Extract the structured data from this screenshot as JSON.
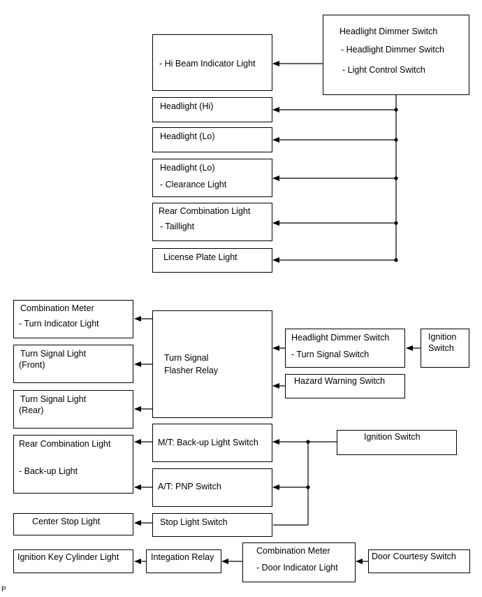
{
  "boxes": {
    "hi_beam": {
      "line1": "- Hi Beam Indicator Light"
    },
    "dimmer_top": {
      "line1": "Headlight Dimmer Switch",
      "line2": "- Headlight Dimmer Switch",
      "line3": "- Light Control Switch"
    },
    "headlight_hi": {
      "line1": "Headlight (Hi)"
    },
    "headlight_lo": {
      "line1": "Headlight (Lo)"
    },
    "headlight_lo_clear": {
      "line1": "Headlight (Lo)",
      "line2": "- Clearance Light"
    },
    "rear_comb_tail": {
      "line1": "Rear Combination Light",
      "line2": "- Taillight"
    },
    "license_plate": {
      "line1": "License Plate Light"
    },
    "comb_meter_turn": {
      "line1": "Combination Meter",
      "line2": "- Turn Indicator Light"
    },
    "turn_front": {
      "line1": "Turn Signal Light",
      "line2": "(Front)"
    },
    "turn_rear": {
      "line1": "Turn Signal Light",
      "line2": "(Rear)"
    },
    "flasher": {
      "line1": "Turn Signal",
      "line2": "Flasher Relay"
    },
    "dimmer_turn": {
      "line1": "Headlight Dimmer Switch",
      "line2": "- Turn Signal Switch"
    },
    "ignition_1": {
      "line1": "Ignition",
      "line2": "Switch"
    },
    "hazard": {
      "line1": "Hazard Warning Switch"
    },
    "rear_comb_backup": {
      "line1": "Rear Combination Light",
      "line2": "- Back-up Light"
    },
    "mt_backup": {
      "line1": "M/T: Back-up Light Switch"
    },
    "at_pnp": {
      "line1": "A/T: PNP Switch"
    },
    "ignition_2": {
      "line1": "Ignition Switch"
    },
    "center_stop": {
      "line1": "Center Stop Light"
    },
    "stop_switch": {
      "line1": "Stop Light Switch"
    },
    "key_cyl": {
      "line1": "Ignition Key Cylinder Light"
    },
    "integ_relay": {
      "line1": "Integation Relay"
    },
    "comb_meter_door": {
      "line1": "Combination Meter",
      "line2": "- Door Indicator Light"
    },
    "door_courtesy": {
      "line1": "Door Courtesy Switch"
    }
  },
  "footer_mark": "P"
}
